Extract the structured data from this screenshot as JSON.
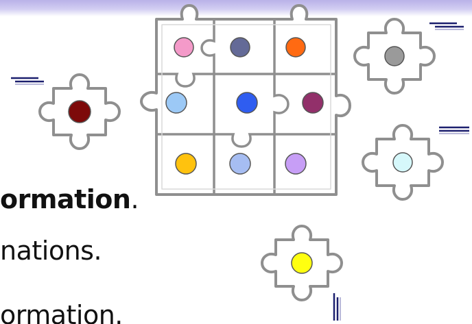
{
  "slide": {
    "line1_prefix": "",
    "line1_bold": "ormation",
    "line1_suffix": ".",
    "line2": "nations.",
    "line3": "ormation."
  },
  "colors": {
    "header_band": "#b9b2e8",
    "piece_outline": "#8f8f8f",
    "motion_lines": "#1b1f6e",
    "dots": {
      "pink": "#f49ac9",
      "slate_blue": "#646a97",
      "orange": "#ff6a12",
      "gray": "#9a9a9a",
      "maroon": "#7d0a0a",
      "light_blue": "#9cc9f6",
      "blue": "#2f5df0",
      "plum": "#92306a",
      "amber": "#ffc20e",
      "periwinkle": "#a6bdf2",
      "lavender": "#c79ef6",
      "pale_cyan": "#d6f8fb",
      "yellow": "#ffff10"
    }
  }
}
